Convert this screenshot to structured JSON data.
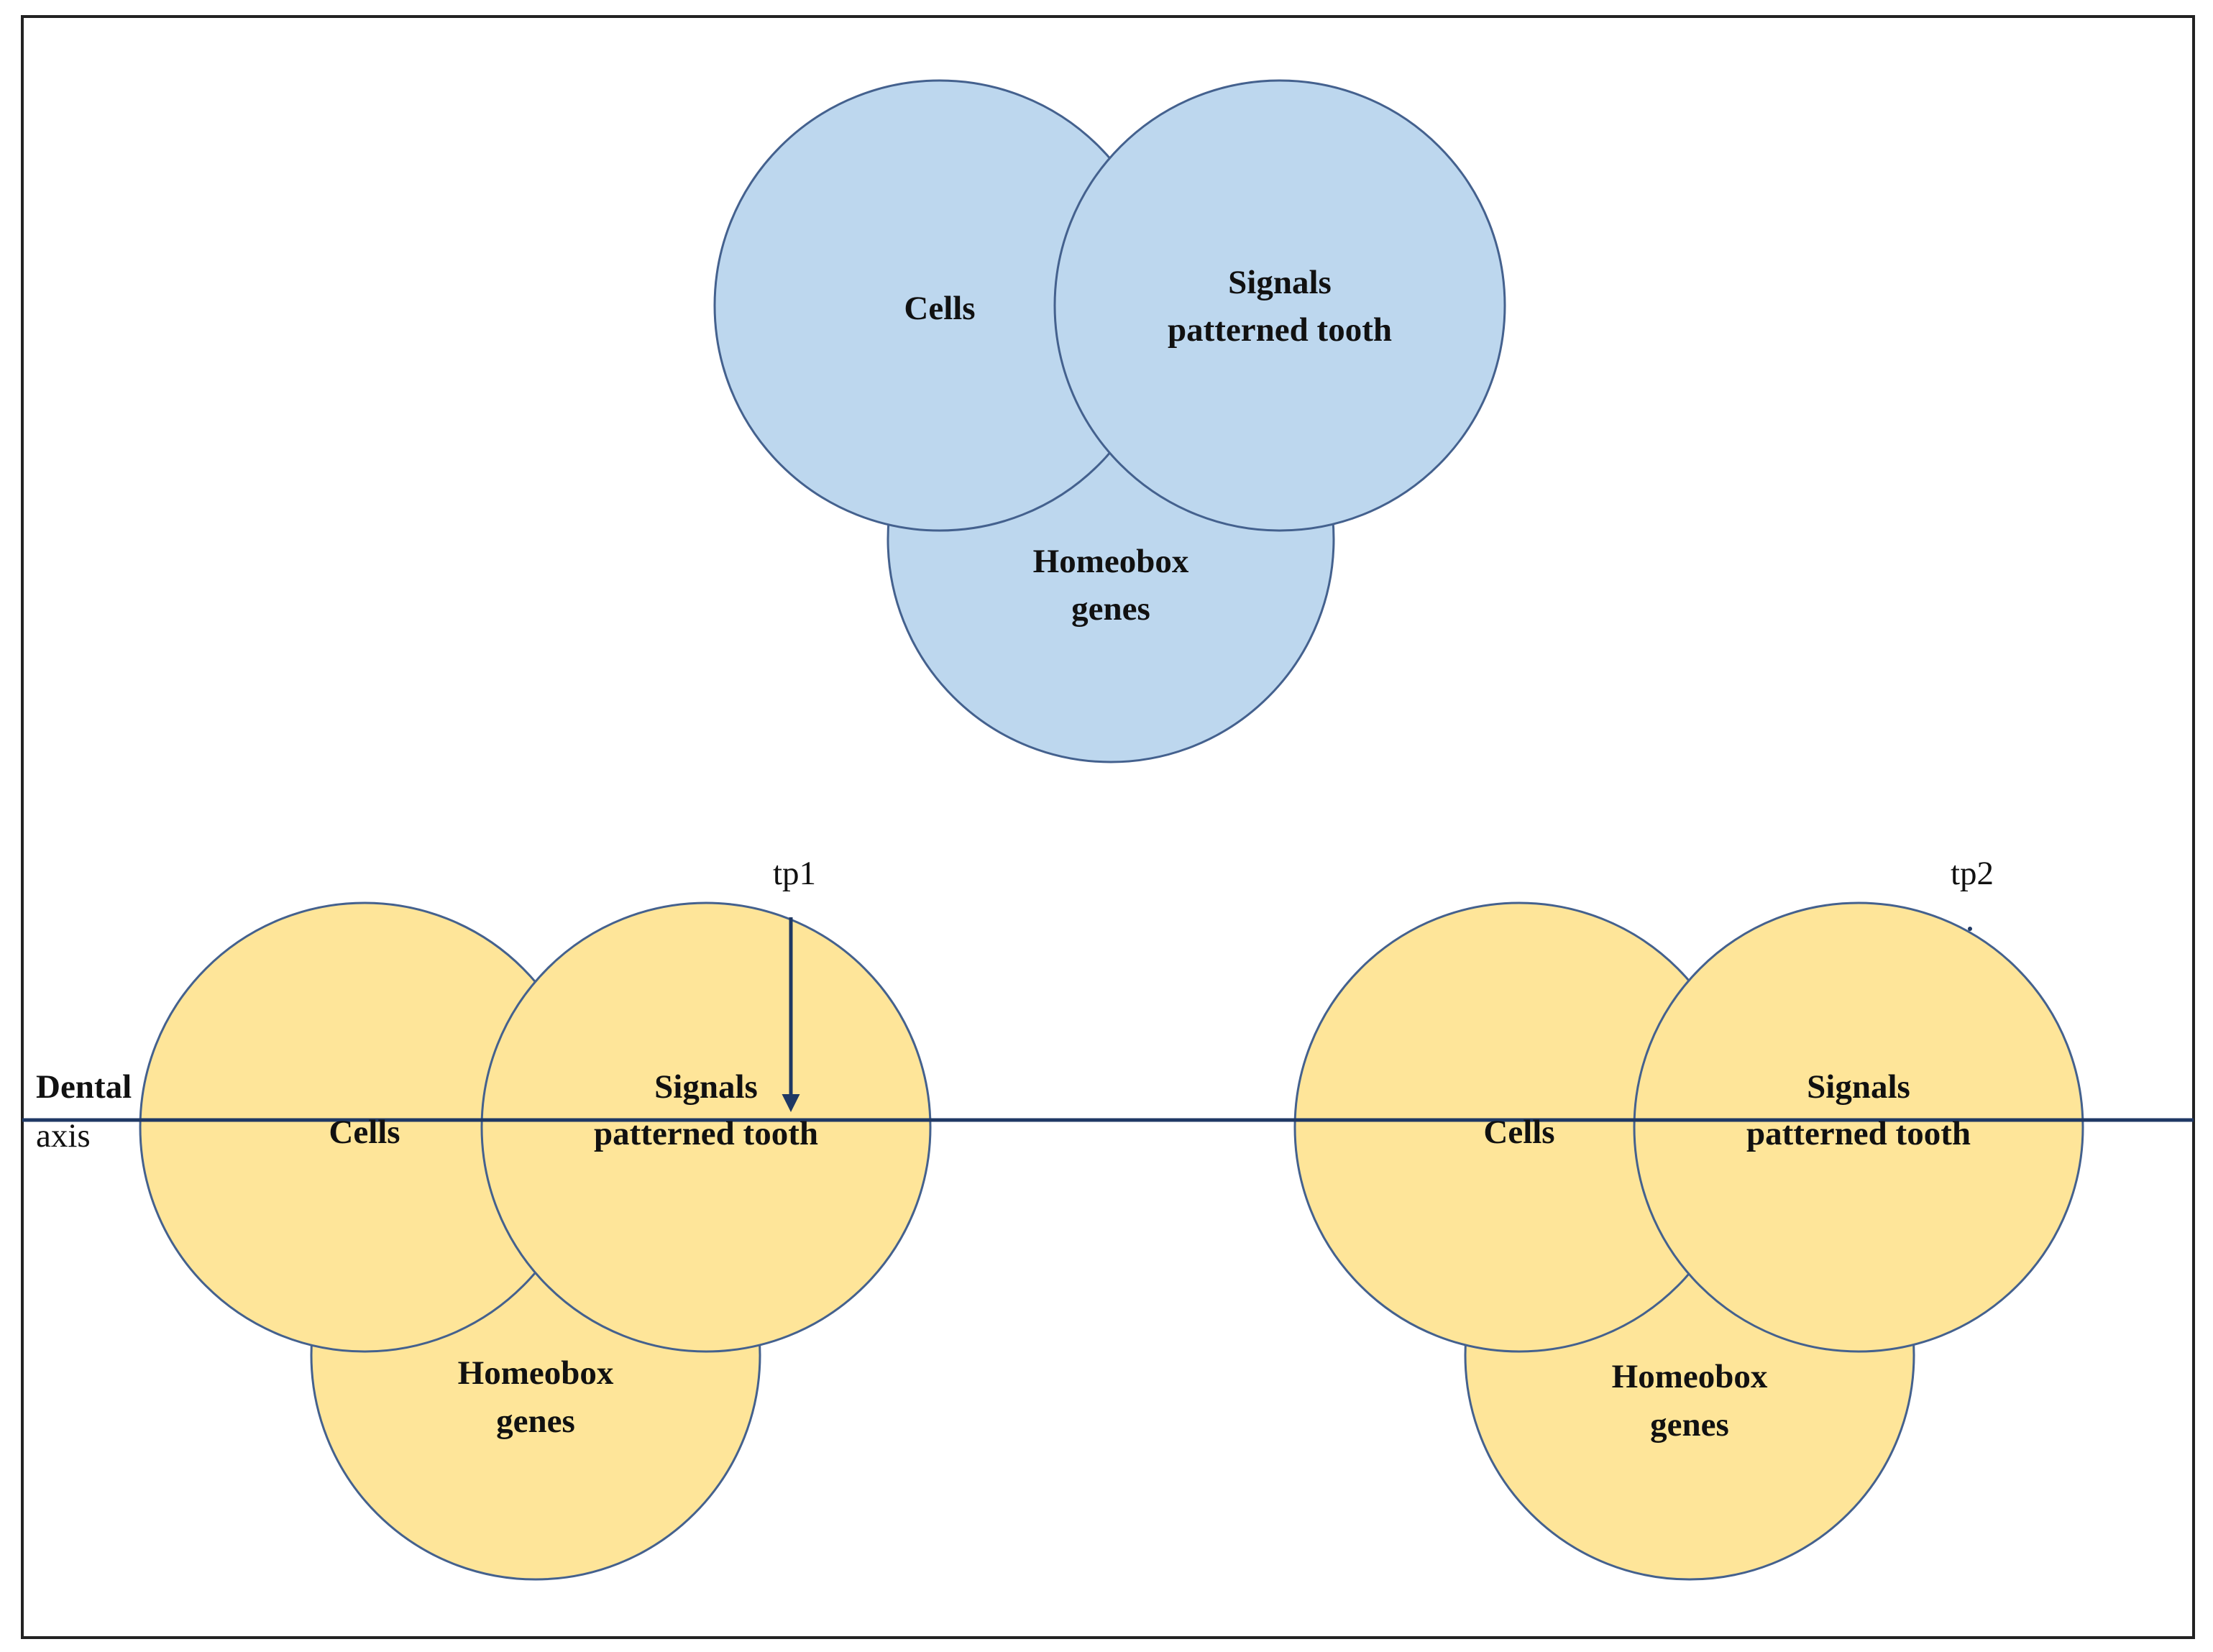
{
  "colors": {
    "blue_fill": "#bdd7ee",
    "yellow_fill": "#fee599",
    "circle_stroke": "#44618e",
    "axis_line": "#1f3864",
    "frame": "#222222"
  },
  "top_group": {
    "cells": "Cells",
    "signals_line1": "Signals",
    "signals_line2": "patterned tooth",
    "homeobox_line1": "Homeobox",
    "homeobox_line2": "genes"
  },
  "left_group": {
    "cells": "Cells",
    "signals_line1": "Signals",
    "signals_line2": "patterned tooth",
    "homeobox_line1": "Homeobox",
    "homeobox_line2": "genes",
    "marker": "tp1"
  },
  "right_group": {
    "cells": "Cells",
    "signals_line1": "Signals",
    "signals_line2": "patterned tooth",
    "homeobox_line1": "Homeobox",
    "homeobox_line2": "genes",
    "marker": "tp2"
  },
  "axis": {
    "label_line1": "Dental",
    "label_line2": "axis"
  }
}
